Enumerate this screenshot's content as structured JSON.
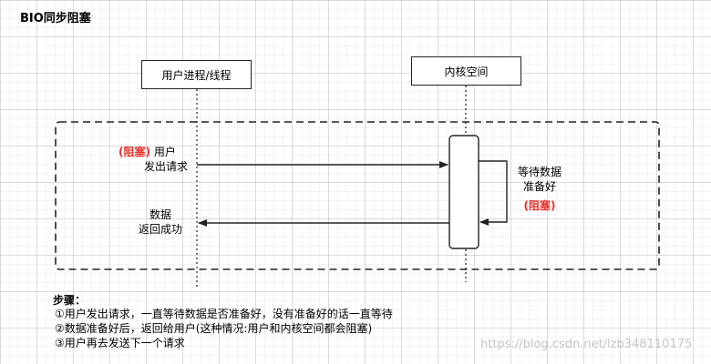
{
  "title": "BIO同步阻塞",
  "user_box": "用户进程/线程",
  "kernel_box": "内核空间",
  "request_tag": "(阻塞)",
  "request_line1": "用户",
  "request_line2": "发出请求",
  "wait_line1": "等待数据",
  "wait_line2": "准备好",
  "wait_tag": "(阻塞)",
  "return_line1": "数据",
  "return_line2": "返回成功",
  "steps_title": "步骤：",
  "steps": [
    "①用户发出请求，一直等待数据是否准备好，没有准备好的话一直等待",
    "②数据准备好后，返回给用户(这种情况:用户和内核空间都会阻塞)",
    "③用户再去发送下一个请求"
  ],
  "watermark": "https://blog.csdn.net/lzb348110175",
  "colors": {
    "blocking_red": "#e8302b",
    "line": "#222222"
  }
}
